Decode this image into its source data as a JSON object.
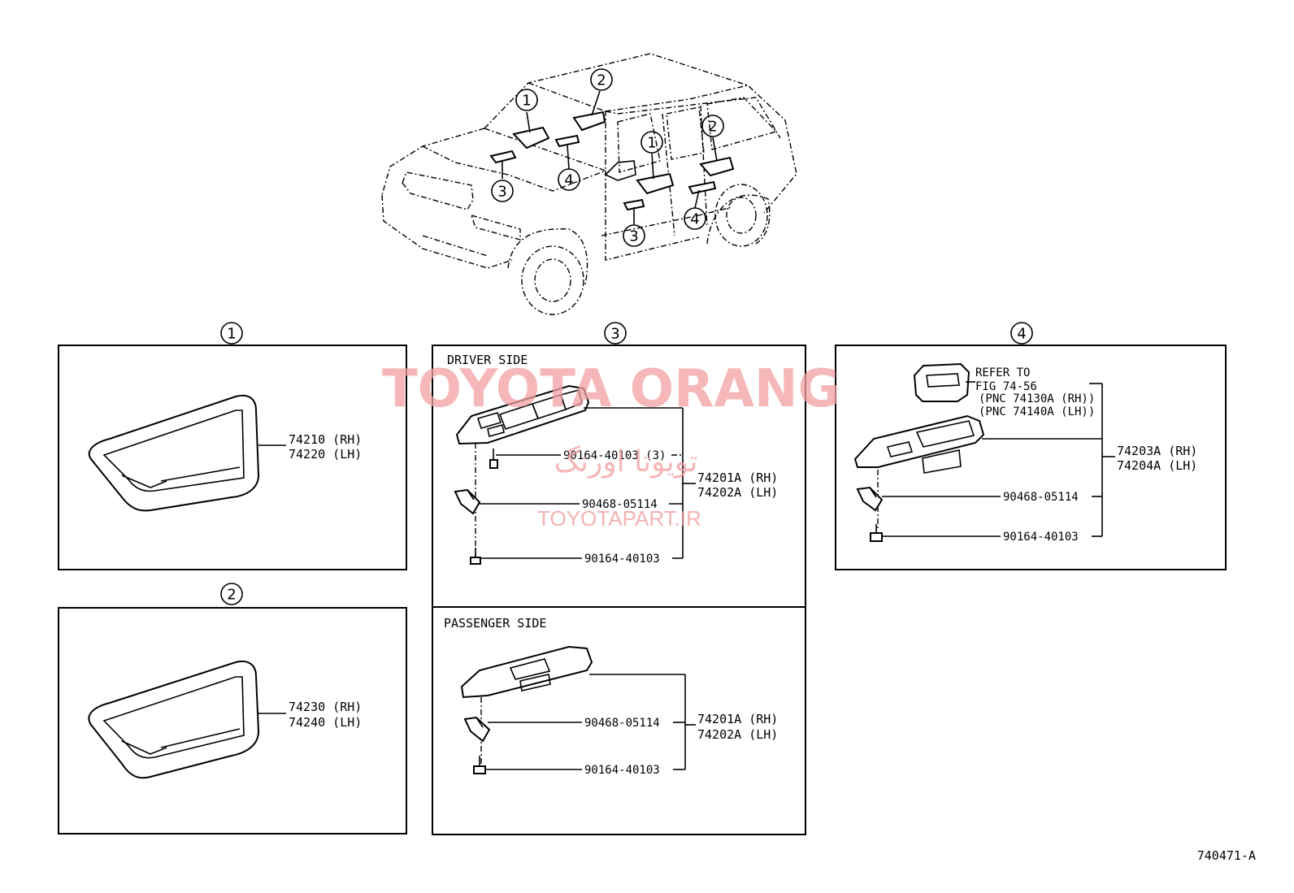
{
  "callouts": {
    "c1": "1",
    "c2": "2",
    "c3": "3",
    "c4": "4"
  },
  "panel1": {
    "part_rh": "74210 (RH)",
    "part_lh": "74220 (LH)"
  },
  "panel2": {
    "part_rh": "74230 (RH)",
    "part_lh": "74240 (LH)"
  },
  "panel3": {
    "driver_title": "DRIVER SIDE",
    "driver_screw3": "90164-40103 (3)",
    "driver_clip": "90468-05114",
    "driver_screw": "90164-40103",
    "driver_rh": "74201A (RH)",
    "driver_lh": "74202A (LH)",
    "passenger_title": "PASSENGER SIDE",
    "passenger_clip": "90468-05114",
    "passenger_screw": "90164-40103",
    "passenger_rh": "74201A (RH)",
    "passenger_lh": "74202A (LH)"
  },
  "panel4": {
    "refer_1": "REFER TO",
    "refer_2": "FIG 74-56",
    "refer_3": "(PNC 74130A (RH))",
    "refer_4": "(PNC 74140A (LH))",
    "clip": "90468-05114",
    "screw": "90164-40103",
    "part_rh": "74203A (RH)",
    "part_lh": "74204A (LH)"
  },
  "watermark": {
    "brand": "TOYOTA ORANG",
    "persian": "تویوتا اورنگ",
    "url": "TOYOTAPART.IR"
  },
  "figure_id": "740471-A"
}
